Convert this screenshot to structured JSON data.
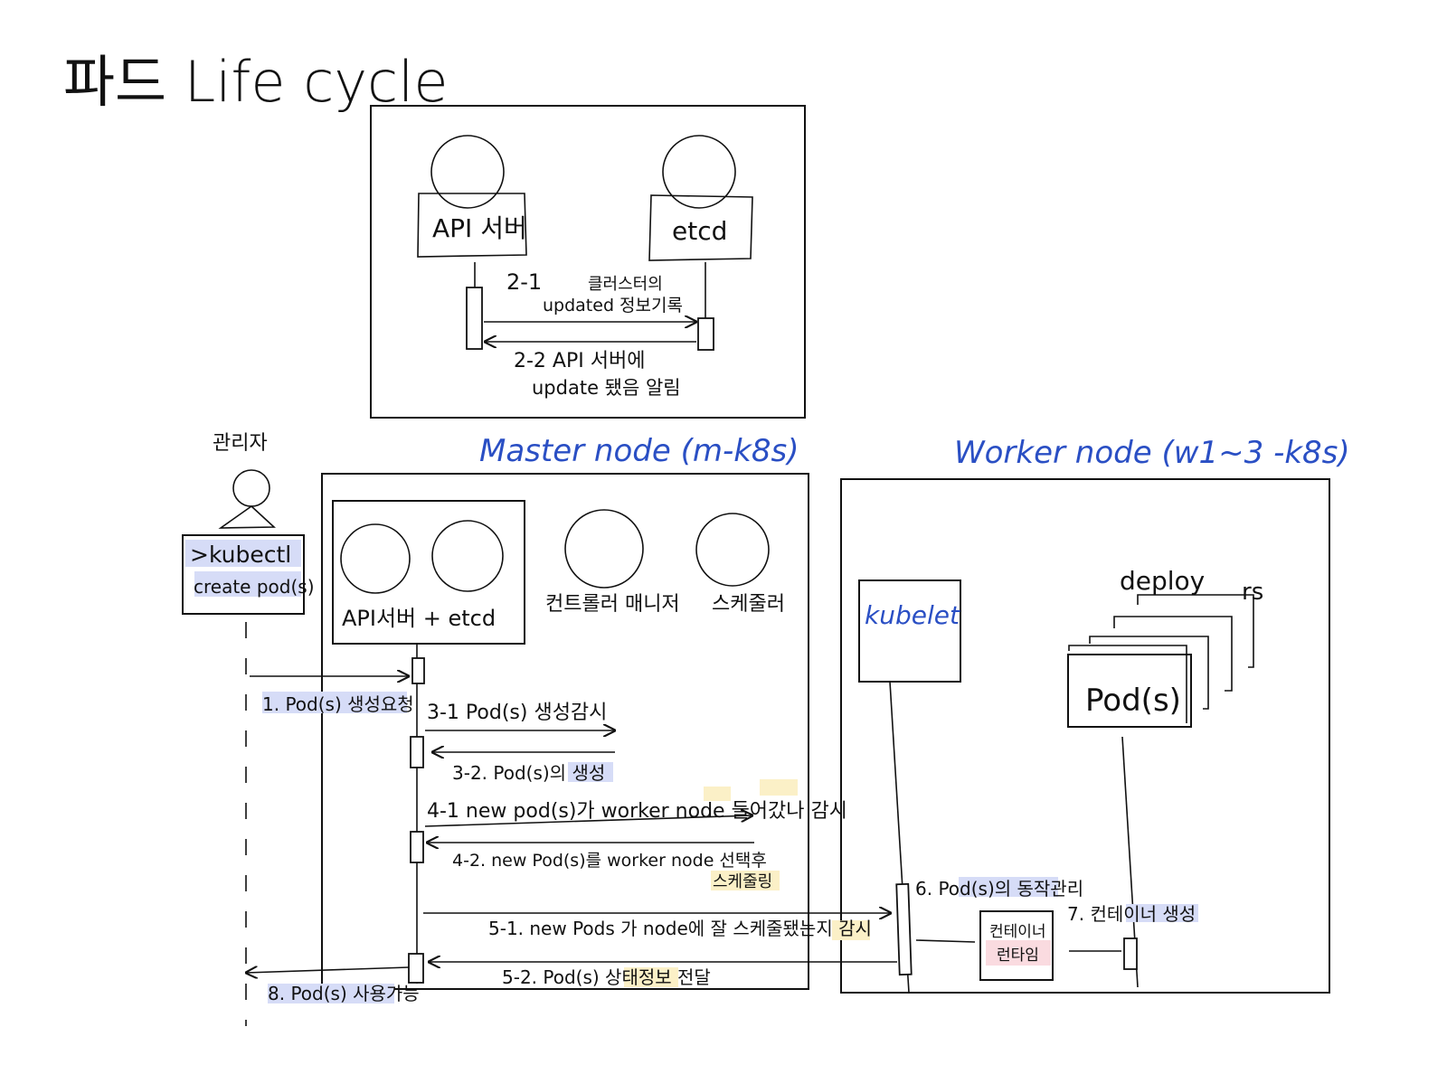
{
  "title": "파드 Life cycle",
  "top_panel": {
    "api_label": "API 서버",
    "etcd_label": "etcd",
    "step_2_1": "2-1",
    "step_2_1_text_line1": "클러스터의",
    "step_2_1_text_line2": "updated 정보기록",
    "step_2_2": "2-2  API 서버에",
    "step_2_2_line2": "update 됐음 알림"
  },
  "actor": {
    "label": "관리자",
    "command_line1": ">kubectl",
    "command_line2": "create pod(s)"
  },
  "master": {
    "title": "Master node (m-k8s)",
    "api_etcd_label": "API서버 + etcd",
    "controller_label": "컨트롤러 매니저",
    "scheduler_label": "스케줄러"
  },
  "worker": {
    "title": "Worker node (w1~3 -k8s)",
    "kubelet_label": "kubelet",
    "deploy_label": "deploy",
    "rs_label": "rs",
    "pods_label": "Pod(s)",
    "runtime_line1": "컨테이너",
    "runtime_line2": "런타임"
  },
  "messages": {
    "m1": "1. Pod(s) 생성요청",
    "m3_1": "3-1 Pod(s) 생성감시",
    "m3_2": "3-2. Pod(s)의 생성",
    "m4_1": "4-1 new pod(s)가 worker node 들어갔나 감시",
    "m4_2": "4-2. new Pod(s)를 worker node 선택후",
    "m4_2b": "스케줄링",
    "m5_1": "5-1. new Pods 가 node에 잘 스케줄됐는지 감시",
    "m5_2": "5-2. Pod(s) 상태정보 전달",
    "m6": "6. Pod(s)의 동작관리",
    "m7": "7. 컨테이너 생성",
    "m8": "8. Pod(s) 사용가능"
  }
}
